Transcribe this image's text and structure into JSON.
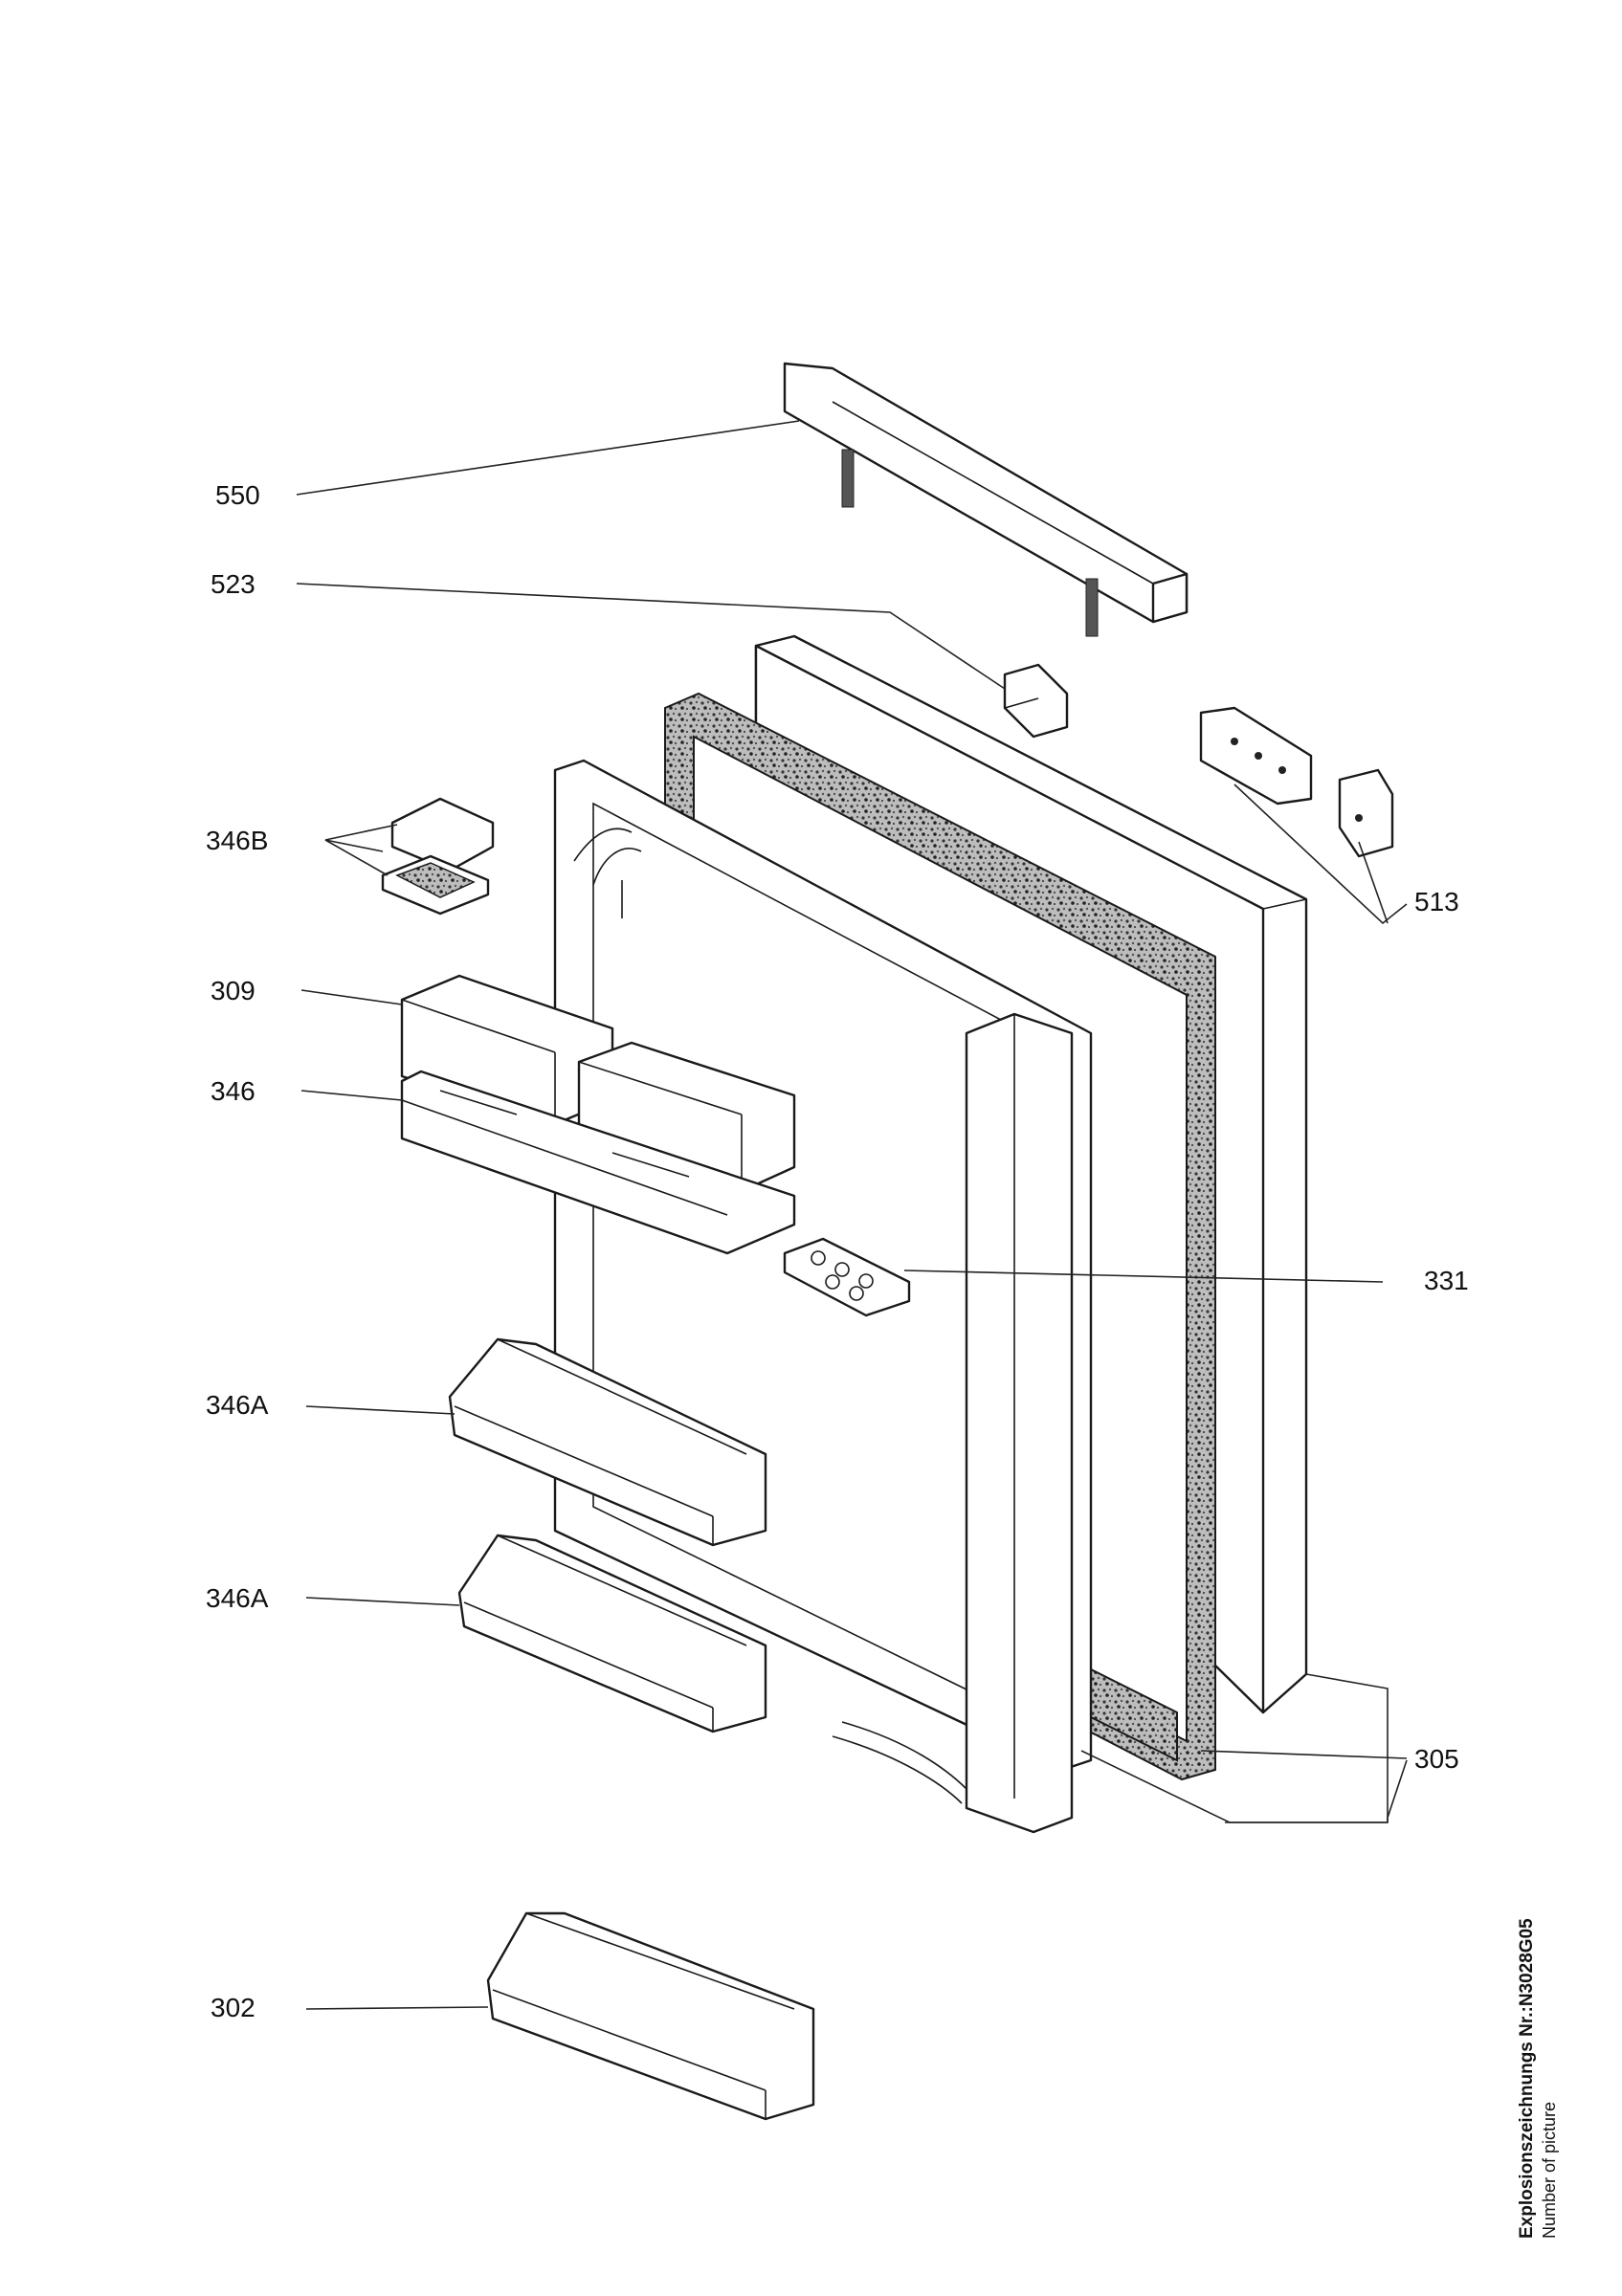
{
  "callouts": {
    "p550": "550",
    "p523": "523",
    "p346B": "346B",
    "p513": "513",
    "p309": "309",
    "p346": "346",
    "p331": "331",
    "p346A_upper": "346A",
    "p346A_lower": "346A",
    "p305": "305",
    "p302": "302"
  },
  "caption": {
    "drawing_number": "Explosionszeichnungs Nr.:N3028G05",
    "subtitle": "Number of picture"
  }
}
